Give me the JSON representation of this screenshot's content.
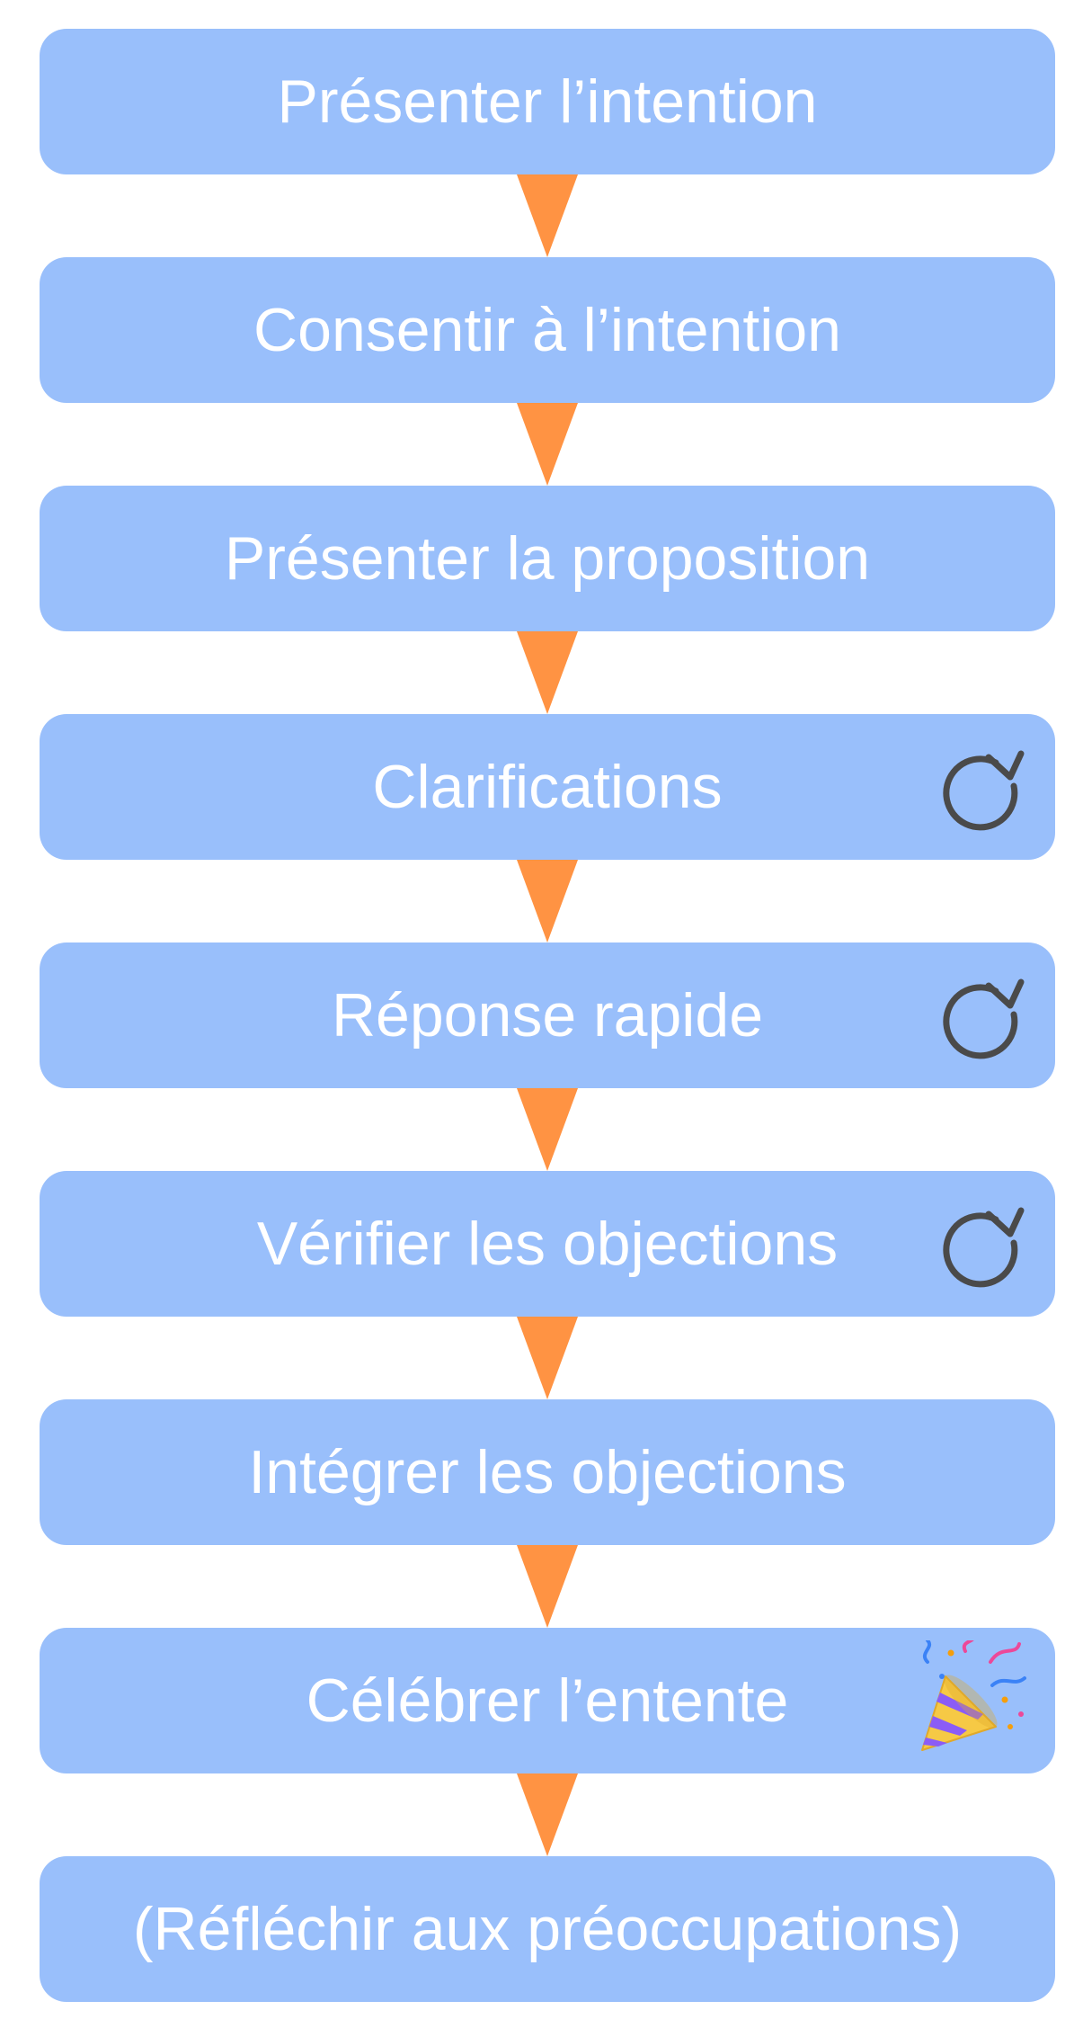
{
  "diagram": {
    "type": "vertical-flow",
    "colors": {
      "box": "#99bffb",
      "text": "#ffffff",
      "arrow": "#ff9343",
      "repeat_icon": "#4a4a4a"
    },
    "steps": [
      {
        "label": "Présenter l’intention",
        "icon": null
      },
      {
        "label": "Consentir à l’intention",
        "icon": null
      },
      {
        "label": "Présenter la proposition",
        "icon": null
      },
      {
        "label": "Clarifications",
        "icon": "repeat-icon"
      },
      {
        "label": "Réponse rapide",
        "icon": "repeat-icon"
      },
      {
        "label": "Vérifier les objections",
        "icon": "repeat-icon"
      },
      {
        "label": "Intégrer les objections",
        "icon": null
      },
      {
        "label": "Célébrer l’entente",
        "icon": "party-popper-icon"
      },
      {
        "label": "(Réfléchir aux préoccupations)",
        "icon": null
      }
    ]
  }
}
